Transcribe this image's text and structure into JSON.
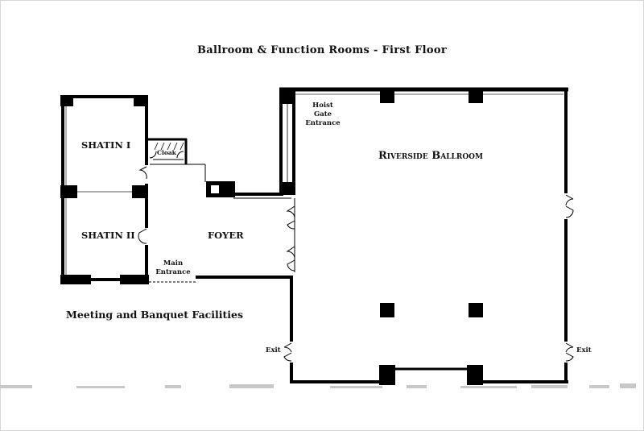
{
  "header": {
    "title": "Ballroom & Function Rooms - First Floor"
  },
  "footer": {
    "subtitle": "Meeting and Banquet Facilities"
  },
  "rooms": {
    "shatin_1": "SHATIN I",
    "shatin_2": "SHATIN II",
    "foyer": "FOYER",
    "ballroom": "Riverside Ballroom",
    "cloak": "Cloak"
  },
  "entrances": {
    "hoist_gate": [
      "Hoist",
      "Gate",
      "Entrance"
    ],
    "main": [
      "Main",
      "Entrance"
    ],
    "exit_left": "Exit",
    "exit_right": "Exit"
  },
  "colors": {
    "wall": "#000000",
    "thin_line": "#555555",
    "background": "#ffffff"
  }
}
